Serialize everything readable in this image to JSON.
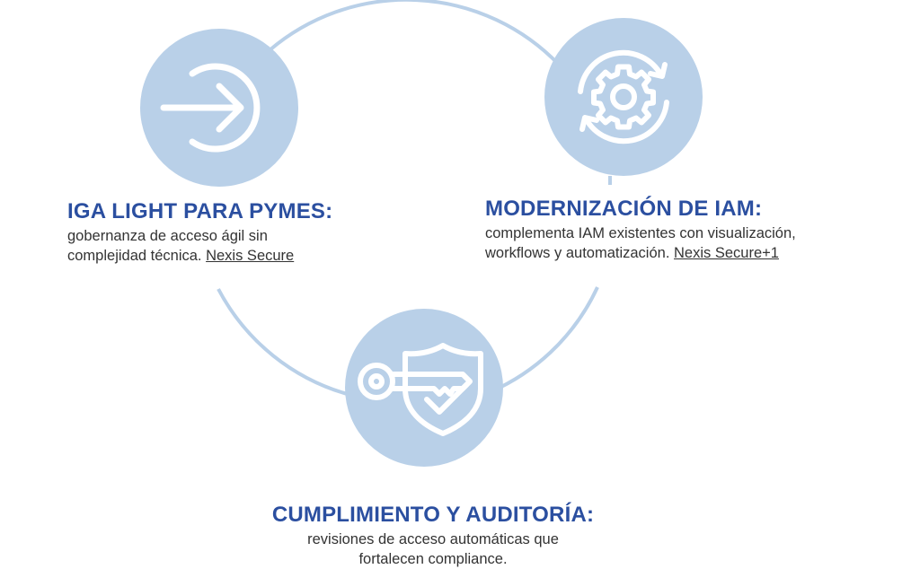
{
  "colors": {
    "ring": "#b9d0e8",
    "circle_fill": "#b9d0e8",
    "icon_stroke": "#ffffff",
    "title": "#2b4fa0",
    "text": "#333333"
  },
  "nodes": [
    {
      "icon": "arrow-right-into-circle-icon",
      "title": "IGA LIGHT PARA PYMES:",
      "desc_line1": "gobernanza de acceso ágil sin",
      "desc_line2": "complejidad técnica.",
      "link": "Nexis Secure"
    },
    {
      "icon": "gear-refresh-icon",
      "title": "MODERNIZACIÓN DE IAM:",
      "desc_line1": "complementa IAM existentes con visualización,",
      "desc_line2": "workflows y automatización.",
      "link": "Nexis Secure+1"
    },
    {
      "icon": "key-shield-icon",
      "title": "CUMPLIMIENTO Y AUDITORÍA:",
      "desc_line1": "revisiones de acceso automáticas que",
      "desc_line2": "fortalecen compliance."
    }
  ]
}
